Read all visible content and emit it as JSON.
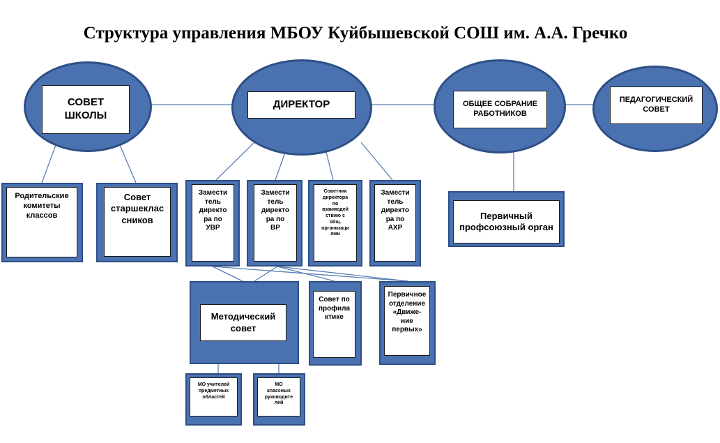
{
  "title": "Структура управления МБОУ Куйбышевской СОШ им. А.А. Гречко",
  "colors": {
    "node_fill": "#4a72b0",
    "node_border": "#2e4f86",
    "connector": "#5b7fb5",
    "box_fill": "#ffffff"
  },
  "nodes": {
    "school_council": "СОВЕТ\nШКОЛЫ",
    "director": "ДИРЕКТОР",
    "general_meeting": "ОБЩЕЕ СОБРАНИЕ\nРАБОТНИКОВ",
    "pedagogical_council": "ПЕДАГОГИЧЕСКИЙ\nСОВЕТ",
    "parent_committees": "Родительские\nкомитеты\nклассов",
    "senior_students_council": "Совет\nстаршеклас\nсников",
    "deputy_uvr": "Замести\nтель\nдиректо\nра по\nУВР",
    "deputy_vr": "Замести\nтель\nдиректо\nра по\nВР",
    "advisor": "Советник\nдиректора\nпо\nвзаимодей\nствию с\nобщ.\nорганизаци\nями",
    "deputy_ahr": "Замести\nтель\nдиректо\nра по\nАХР",
    "trade_union": "Первичный\nпрофсоюзный орган",
    "methodical_council": "Методический\nсовет",
    "prevention_council": "Совет по\nпрофила\nктике",
    "movement_first": "Первичное\nотделение\n«Движе-\nние\nпервых»",
    "mo_subject_teachers": "МО учителей\nпредметных\nобластей",
    "mo_class_teachers": "МО\nклассных\nруководите\nлей"
  }
}
